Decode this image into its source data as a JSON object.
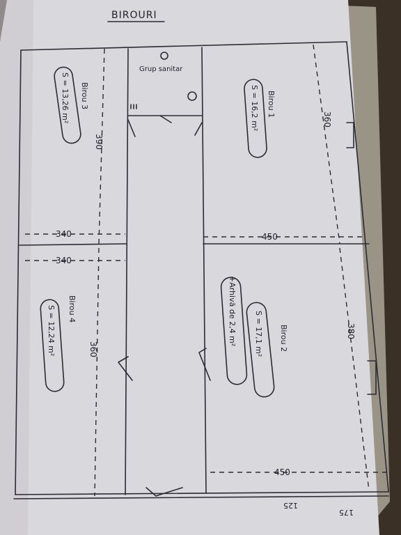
{
  "title": "BIROURI",
  "rooms": [
    {
      "id": "birou-1",
      "name": "Birou 1",
      "area": "S = 16,2 m²",
      "extra": ""
    },
    {
      "id": "birou-2",
      "name": "Birou 2",
      "area": "S = 17,1 m²",
      "extra": "+Arhivă de 2,4 m²"
    },
    {
      "id": "birou-3",
      "name": "Birou 3",
      "area": "S = 13,26 m²",
      "extra": ""
    },
    {
      "id": "birou-4",
      "name": "Birou 4",
      "area": "S = 12,24 m²",
      "extra": ""
    }
  ],
  "group_label": "Grup sanitar",
  "dimensions": {
    "right_upper": "360",
    "right_lower": "380",
    "left_upper": "390",
    "left_lower": "360",
    "width_left_upper": "340",
    "width_left_lower": "340",
    "width_right_mid": "450",
    "width_right_bottom": "450",
    "corner_mirror_a": "125",
    "corner_mirror_b": "175"
  }
}
